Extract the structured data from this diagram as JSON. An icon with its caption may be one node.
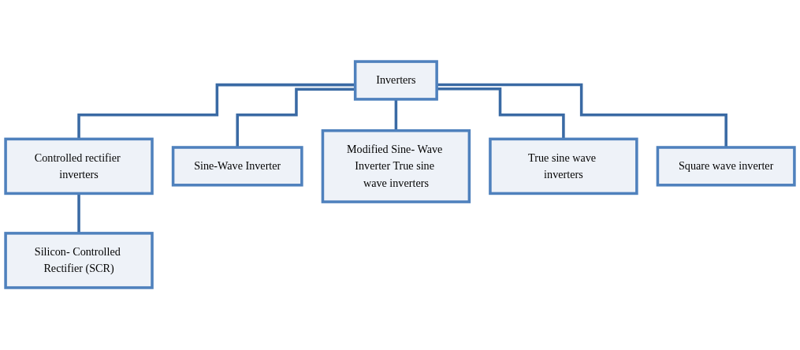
{
  "diagram": {
    "nodes": [
      {
        "text": [
          "Inverters"
        ]
      },
      {
        "text": [
          "Controlled rectifier inverters"
        ]
      },
      {
        "text": [
          "Sine-Wave Inverter"
        ]
      },
      {
        "text": [
          "Modified Sine- Wave Inverter True sine wave inverters"
        ]
      },
      {
        "text": [
          "True sine wave inverters"
        ]
      },
      {
        "text": [
          "Square wave inverter"
        ]
      },
      {
        "text": [
          "Silicon- Controlled Rectifier (SCR)"
        ]
      }
    ],
    "edges": [
      {
        "from": 0,
        "to": 1,
        "arrow": "none"
      },
      {
        "from": 0,
        "to": 2,
        "arrow": "none"
      },
      {
        "from": 0,
        "to": 3,
        "arrow": "none"
      },
      {
        "from": 0,
        "to": 4,
        "arrow": "none"
      },
      {
        "from": 0,
        "to": 5,
        "arrow": "none"
      },
      {
        "from": 1,
        "to": 6,
        "arrow": "none"
      }
    ]
  }
}
